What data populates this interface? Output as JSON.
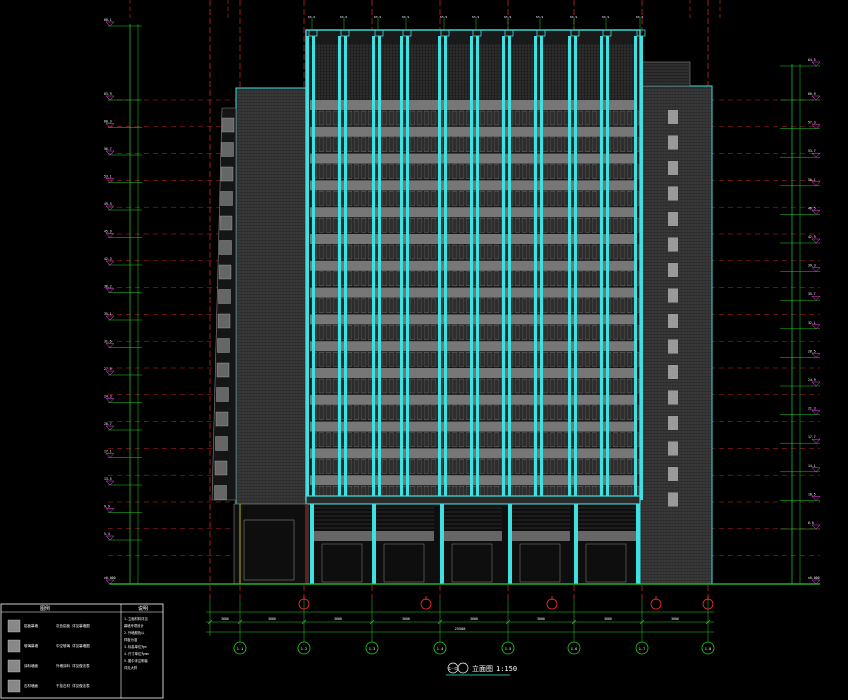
{
  "drawing": {
    "title": "立面图",
    "scale": "1:150",
    "title_prefix": "①-⑦"
  },
  "axis_labels": [
    "1-1",
    "1-2",
    "1-3",
    "1-4",
    "1-5",
    "1-6",
    "1-7",
    "1-8"
  ],
  "left_levels": [
    "68.1",
    "63.9",
    "60.3",
    "56.7",
    "53.1",
    "49.5",
    "45.9",
    "42.3",
    "38.7",
    "35.1",
    "31.5",
    "27.9",
    "24.3",
    "20.7",
    "17.1",
    "13.5",
    "9.9",
    "5.4",
    "±0.000"
  ],
  "right_levels": [
    "64.5",
    "60.9",
    "57.3",
    "53.7",
    "50.1",
    "46.5",
    "42.9",
    "39.3",
    "35.7",
    "32.1",
    "28.5",
    "24.9",
    "21.3",
    "17.7",
    "14.1",
    "10.5",
    "6.0",
    "±0.000"
  ],
  "dim_overall": "25500",
  "legend": {
    "header_left": "图例",
    "header_right": "说明",
    "items": [
      {
        "label": "铝板幕墙",
        "desc": "灰色铝板 详见幕墙图"
      },
      {
        "label": "玻璃幕墙",
        "desc": "中空玻璃 详见幕墙图"
      },
      {
        "label": "涂料墙面",
        "desc": "外墙涂料 详见做法表"
      },
      {
        "label": "石材墙面",
        "desc": "干挂石材 详见做法表"
      }
    ],
    "notes": [
      "1.立面材料详见",
      "  幕墙专项设计",
      "2.外墙颜色以",
      "  样板为准",
      "3.标高单位为m",
      "4.尺寸单位为mm",
      "5.图中未注明者",
      "  详见大样"
    ]
  },
  "colors": {
    "background": "#000000",
    "grid": "#ff3030",
    "dimension": "#22d122",
    "frame": "#3ee0e0",
    "facade_gray": "#9a9a9a",
    "text": "#ffffff",
    "yellow": "#e6e600",
    "magenta": "#ff40ff"
  }
}
